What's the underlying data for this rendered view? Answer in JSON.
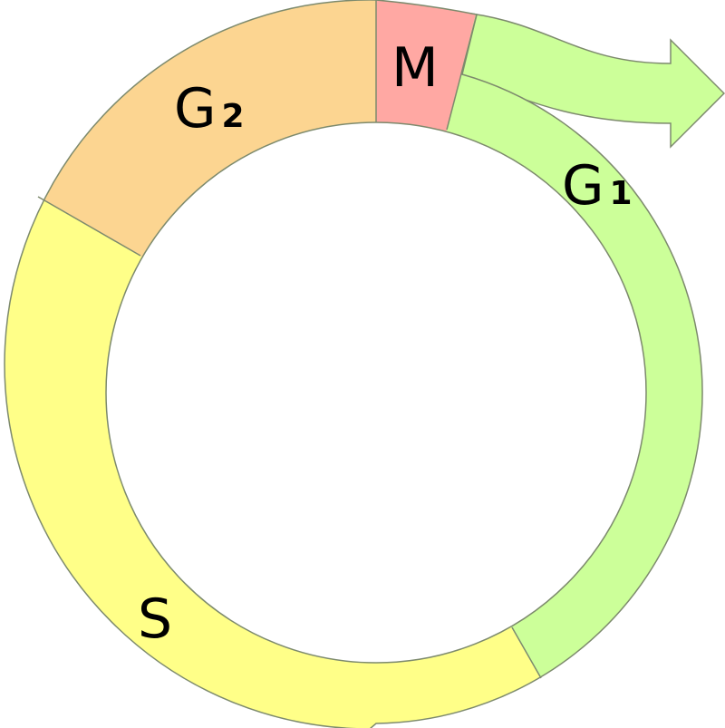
{
  "colors": {
    "G2": "#fcd591",
    "M": "#ffa8a3",
    "G1": "#ccff99",
    "S": "#ffff88",
    "stroke": "#7d8a6d"
  },
  "phases": {
    "G2": {
      "main": "G",
      "sub": "2"
    },
    "M": {
      "main": "M"
    },
    "G1": {
      "main": "G",
      "sub": "1"
    },
    "S": {
      "main": "S"
    }
  }
}
